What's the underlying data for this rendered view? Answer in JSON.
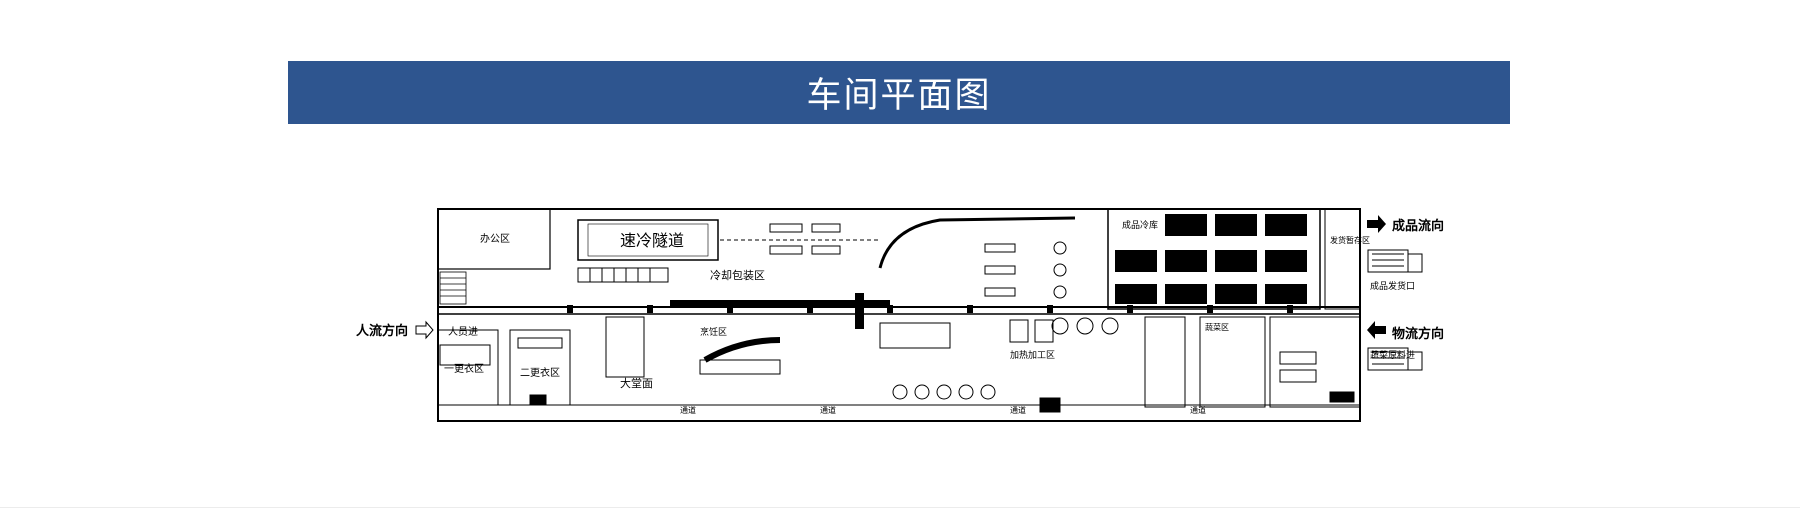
{
  "header": {
    "title": "车间平面图",
    "accent_color": "#2e558f"
  },
  "plan": {
    "zones": {
      "office": "办公区",
      "quick_freeze_tunnel": "速冷隧道",
      "cold_pack_area": "冷却包装区",
      "finished_cold_storage": "成品冷库",
      "shipping_cold_area": "发货暂存区",
      "finished_exit": "成品发货口",
      "raw_material_entry": "蔬菜原料进",
      "dressing_area_1": "一更衣区",
      "dressing_area_2": "二更衣区",
      "big_hall": "大堂面",
      "cooking_area": "烹饪区",
      "processing_area": "加热加工区",
      "vegetable_area": "蔬菜区"
    },
    "labels": {
      "people_flow": "人流方向",
      "finished_flow": "成品流向",
      "logistics_flow": "物流方向",
      "people_entrance": "人员进",
      "passage": "通道"
    }
  }
}
